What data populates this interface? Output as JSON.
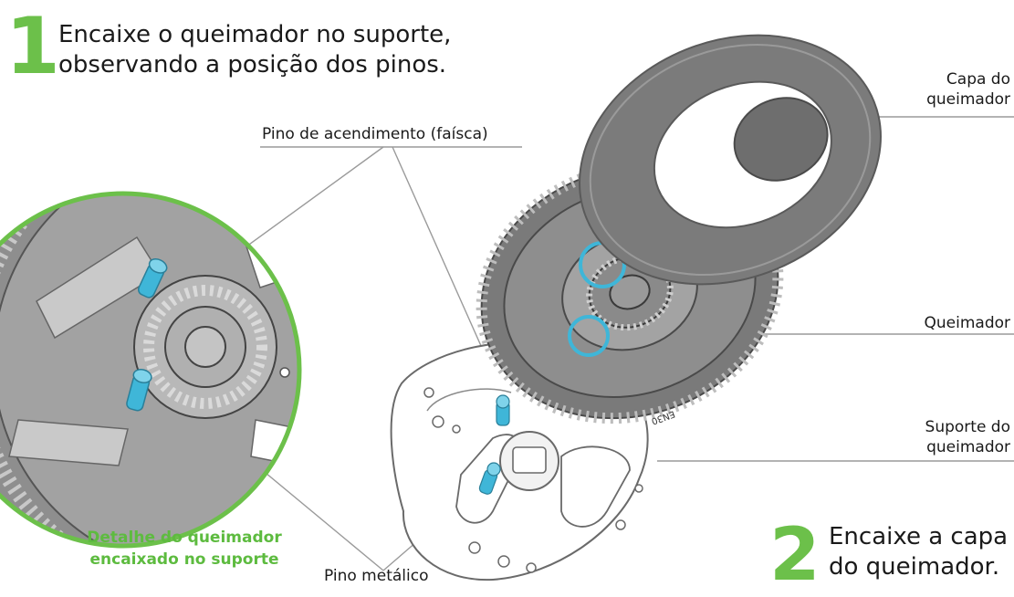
{
  "colors": {
    "accent_green": "#6cc04a",
    "caption_green": "#5dbb3f",
    "highlight_blue": "#3fb6d8",
    "part_gray": "#6e6e6e",
    "part_light": "#ececec",
    "line_gray": "#9a9a9a"
  },
  "step1": {
    "number": "1",
    "line1": "Encaixe o queimador no suporte,",
    "line2": "observando a posição dos pinos."
  },
  "step2": {
    "number": "2",
    "line1": "Encaixe a capa",
    "line2": "do queimador."
  },
  "labels": {
    "pino_acendimento": "Pino de acendimento (faísca)",
    "capa_line1": "Capa do",
    "capa_line2": "queimador",
    "queimador": "Queimador",
    "suporte_line1": "Suporte do",
    "suporte_line2": "queimador",
    "pino_metalico": "Pino metálico"
  },
  "detail_caption": {
    "line1": "Detalhe do queimador",
    "line2": "encaixado no suporte"
  },
  "embossed": {
    "ring_text": "EN30"
  }
}
